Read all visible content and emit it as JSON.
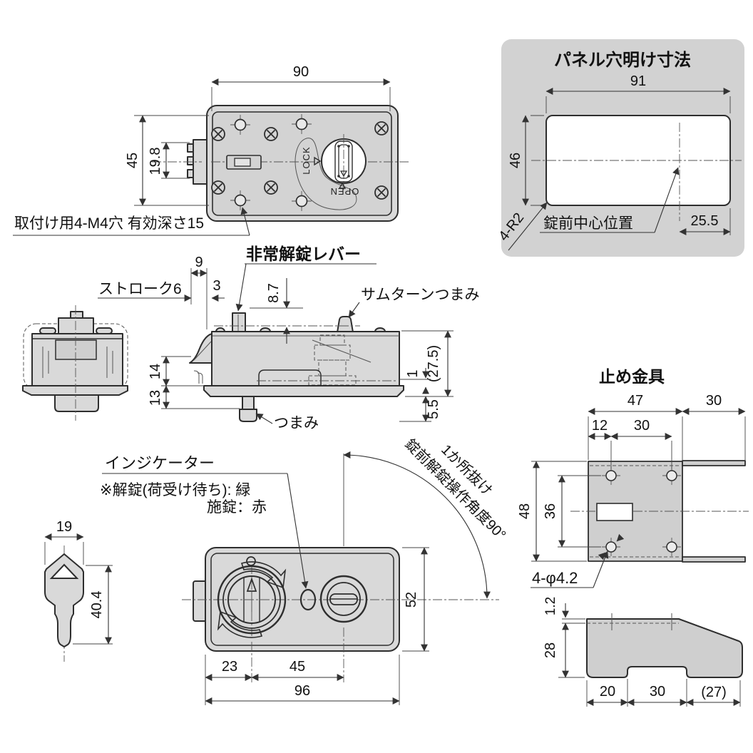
{
  "colors": {
    "background": "#ffffff",
    "panel_bg": "#d2d2d2",
    "part_fill": "#d9d9d9",
    "bracket_fill": "#cfcfcf",
    "line": "#2e2e2e"
  },
  "top_view": {
    "dim_width": "90",
    "dim_height": "45",
    "dim_tab": "19.8",
    "mounting_note": "取付け用4-M4穴 有効深さ15",
    "lock_label": "LOCK",
    "open_label": "OPEN"
  },
  "panel_view": {
    "title": "パネル穴明け寸法",
    "dim_width": "91",
    "dim_height": "46",
    "dim_offset": "25.5",
    "corner_radius": "4-R2",
    "center_label": "錠前中心位置"
  },
  "side_view": {
    "lever_label": "非常解錠レバー",
    "thumbturn_label": "サムターンつまみ",
    "knob_label": "つまみ",
    "stroke_label": "ストローク6",
    "dim_9": "9",
    "dim_3": "3",
    "dim_8_7": "8.7",
    "dim_14": "14",
    "dim_13": "13",
    "dim_1": "1",
    "dim_27_5": "(27.5)",
    "dim_5_5": "5.5"
  },
  "key_view": {
    "dim_width": "19",
    "dim_length": "40.4"
  },
  "front_view": {
    "indicator_label": "インジケーター",
    "indicator_note_unlock": "※解錠(荷受け待ち): 緑",
    "indicator_note_lock": "施錠：赤",
    "dim_height": "52",
    "dim_23": "23",
    "dim_45": "45",
    "dim_96": "96",
    "arc_note_1": "1か所抜け",
    "arc_note_2": "錠前解錠操作角度90°"
  },
  "bracket_view": {
    "title": "止め金具",
    "dim_47": "47",
    "dim_30_right": "30",
    "dim_12": "12",
    "dim_30": "30",
    "dim_48": "48",
    "dim_36": "36",
    "hole_note": "4-φ4.2",
    "dim_1_2": "1.2",
    "dim_28": "28",
    "dim_20": "20",
    "dim_30_bottom": "30",
    "dim_27": "(27)"
  }
}
